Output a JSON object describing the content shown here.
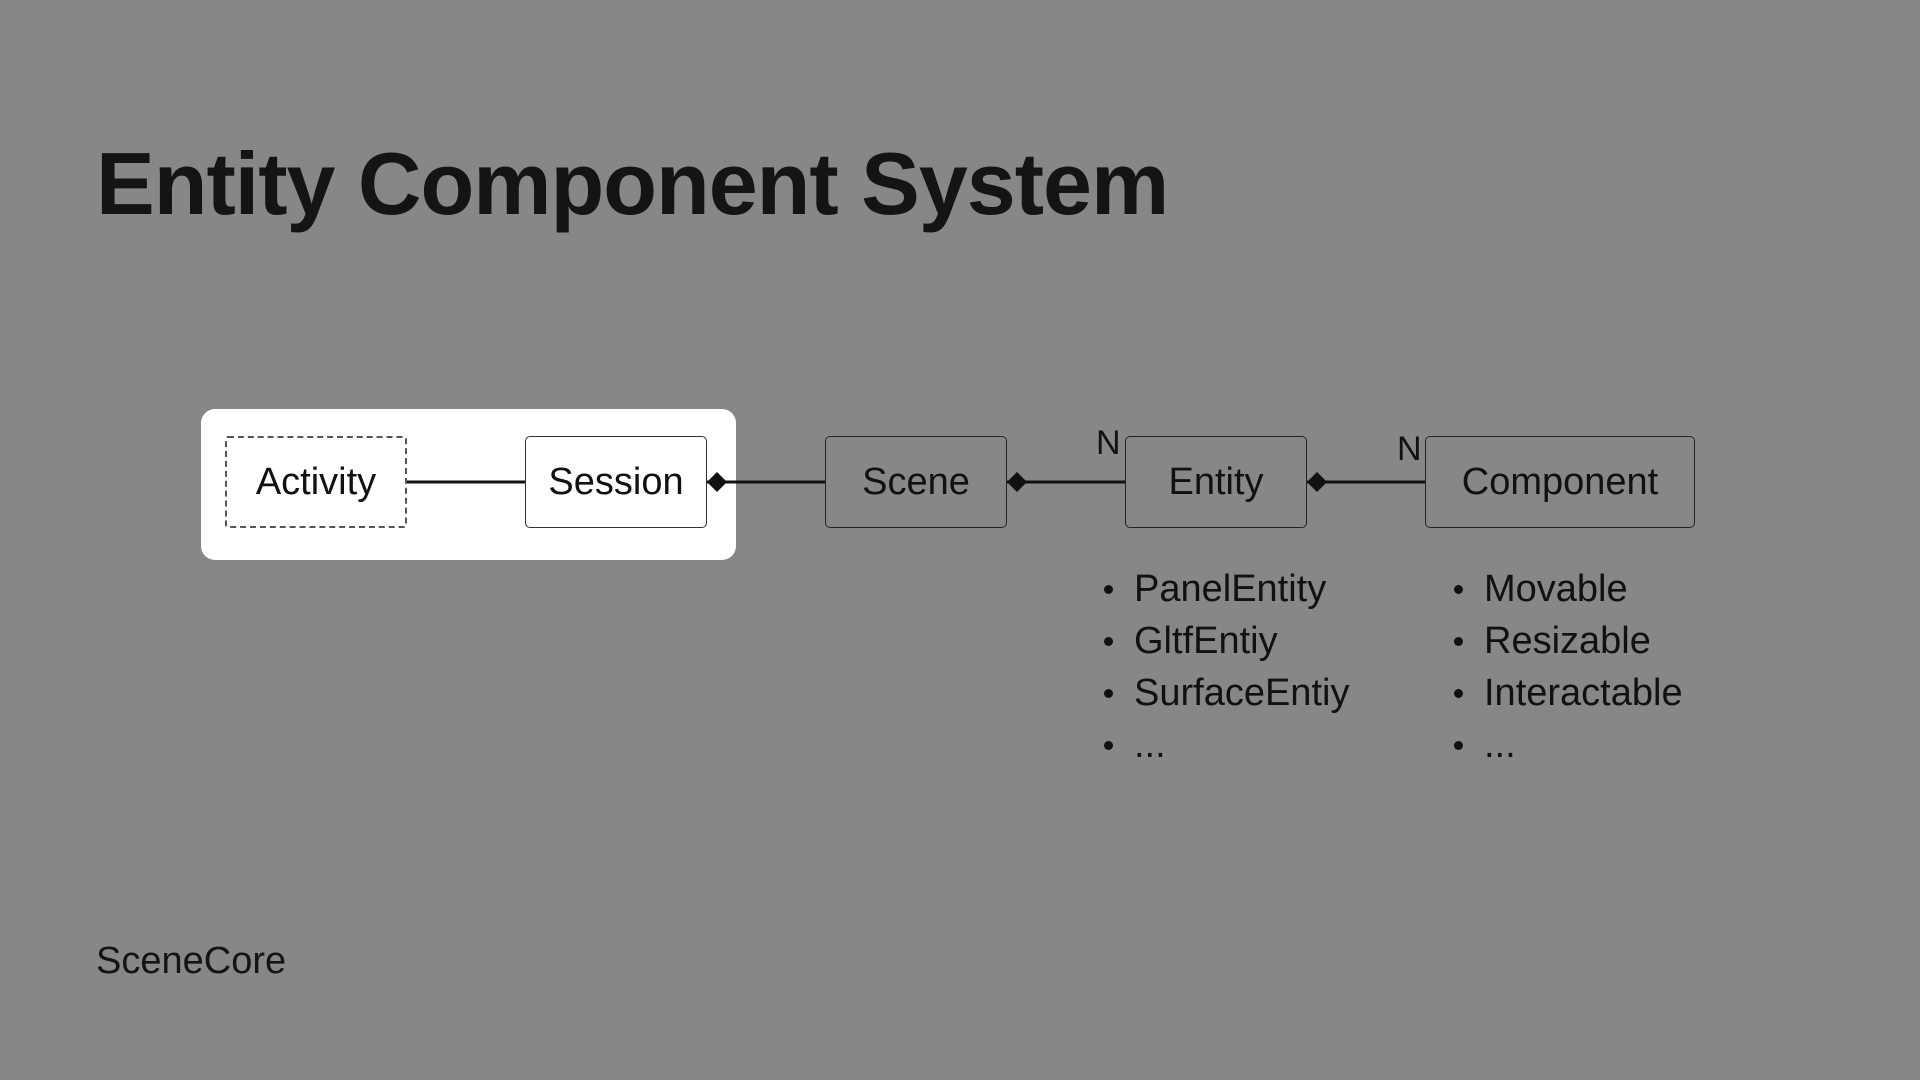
{
  "slide": {
    "title": "Entity Component System",
    "footer": "SceneCore"
  },
  "diagram": {
    "nodes": {
      "activity": "Activity",
      "session": "Session",
      "scene": "Scene",
      "entity": "Entity",
      "component": "Component"
    },
    "multiplicity": {
      "entity": "N",
      "component": "N"
    },
    "entity_types": [
      "PanelEntity",
      "GltfEntiy",
      "SurfaceEntiy",
      "..."
    ],
    "component_types": [
      "Movable",
      "Resizable",
      "Interactable",
      "..."
    ]
  }
}
